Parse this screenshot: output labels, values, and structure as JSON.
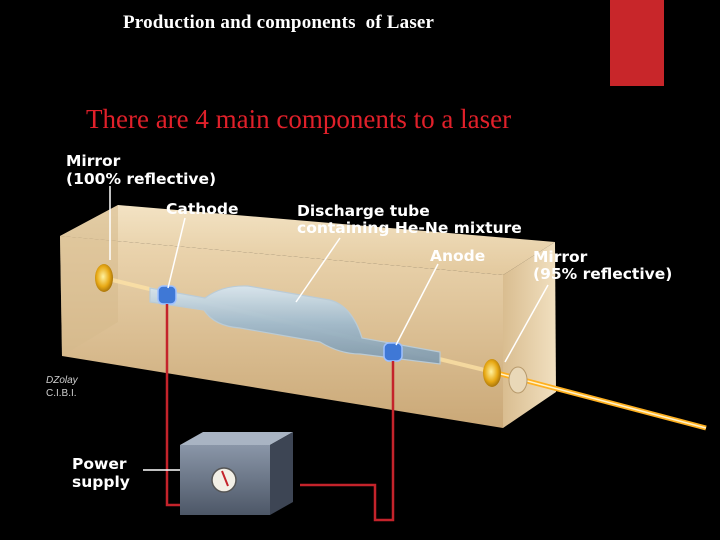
{
  "title": "Production and components  of Laser",
  "subtitle": "There are 4 main components to a laser",
  "labels": {
    "mirror_left_1": "Mirror",
    "mirror_left_2": "(100% reflective)",
    "cathode": "Cathode",
    "discharge_1": "Discharge tube",
    "discharge_2": "containing He-Ne mixture",
    "anode": "Anode",
    "mirror_right_1": "Mirror",
    "mirror_right_2": "(95% reflective)",
    "power_1": "Power",
    "power_2": "supply"
  },
  "credit": {
    "signature": "DZolay",
    "org": "C.I.B.I."
  },
  "colors": {
    "accent_red": "#c8262a",
    "subtitle_red": "#e0202a",
    "box": "#e8d3b0",
    "beam": "#ffb01f"
  }
}
